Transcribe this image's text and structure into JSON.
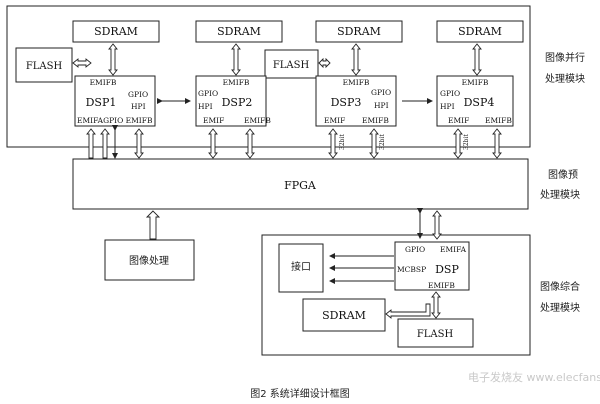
{
  "diagram": {
    "groups": {
      "parallel": [
        "图像并行",
        "处理模块"
      ],
      "preprocess": [
        "图像预",
        "处理模块"
      ],
      "composite": [
        "图像综合",
        "处理模块"
      ]
    },
    "sdram_label": "SDRAM",
    "flash_label": "FLASH",
    "fpga_label": "FPGA",
    "image_proc_label": "图像处理",
    "interface_label": "接口",
    "dsp_main": "DSP",
    "dsp1": {
      "name": "DSP1",
      "top": "EMIFB",
      "gpio": "GPIO",
      "hpi": "HPI",
      "bottom": "EMIFAGPIO EMIFB"
    },
    "dsp2": {
      "name": "DSP2",
      "top": "EMIFB",
      "gpio": "GPIO",
      "hpi": "HPI",
      "emif": "EMIF",
      "emifb": "EMIFB"
    },
    "dsp3": {
      "name": "DSP3",
      "top": "EMIFB",
      "gpio": "GPIO",
      "hpi": "HPI",
      "emif": "EMIF",
      "emifb": "EMIFB"
    },
    "dsp4": {
      "name": "DSP4",
      "top": "EMIFB",
      "gpio": "GPIO",
      "hpi": "HPI",
      "emif": "EMIF",
      "emifb": "EMIFB"
    },
    "dsp_main_ports": {
      "gpio": "GPIO",
      "emifa": "EMIFA",
      "mcbsp": "MCBSP",
      "emifb": "EMIFB"
    },
    "bus_width": "32bit",
    "caption": "图2   系统详细设计框图",
    "watermark": "电子发烧友 www.elecfans.com"
  }
}
